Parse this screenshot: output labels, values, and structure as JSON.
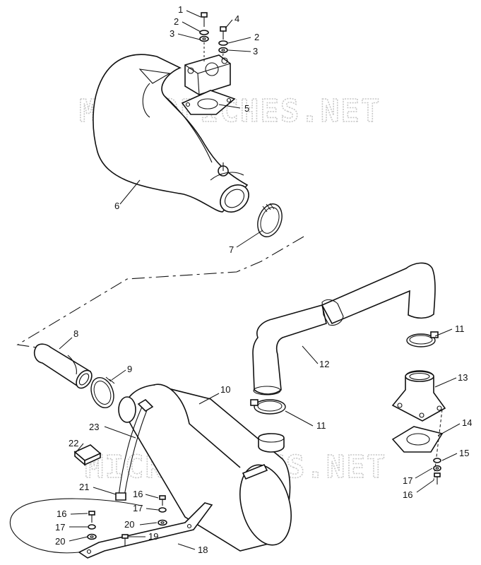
{
  "watermark": "MICROFICHES.NET",
  "callouts": [
    {
      "id": "c1a",
      "text": "1"
    },
    {
      "id": "c2a",
      "text": "2"
    },
    {
      "id": "c3a",
      "text": "3"
    },
    {
      "id": "c4",
      "text": "4"
    },
    {
      "id": "c2b",
      "text": "2"
    },
    {
      "id": "c3b",
      "text": "3"
    },
    {
      "id": "c5",
      "text": "5"
    },
    {
      "id": "c6",
      "text": "6"
    },
    {
      "id": "c7",
      "text": "7"
    },
    {
      "id": "c8",
      "text": "8"
    },
    {
      "id": "c9",
      "text": "9"
    },
    {
      "id": "c10",
      "text": "10"
    },
    {
      "id": "c11a",
      "text": "11"
    },
    {
      "id": "c11b",
      "text": "11"
    },
    {
      "id": "c12",
      "text": "12"
    },
    {
      "id": "c13",
      "text": "13"
    },
    {
      "id": "c14",
      "text": "14"
    },
    {
      "id": "c15",
      "text": "15"
    },
    {
      "id": "c16a",
      "text": "16"
    },
    {
      "id": "c16b",
      "text": "16"
    },
    {
      "id": "c16c",
      "text": "16"
    },
    {
      "id": "c17a",
      "text": "17"
    },
    {
      "id": "c17b",
      "text": "17"
    },
    {
      "id": "c17c",
      "text": "17"
    },
    {
      "id": "c18",
      "text": "18"
    },
    {
      "id": "c19",
      "text": "19"
    },
    {
      "id": "c20a",
      "text": "20"
    },
    {
      "id": "c20b",
      "text": "20"
    },
    {
      "id": "c21",
      "text": "21"
    },
    {
      "id": "c22",
      "text": "22"
    },
    {
      "id": "c23",
      "text": "23"
    }
  ]
}
